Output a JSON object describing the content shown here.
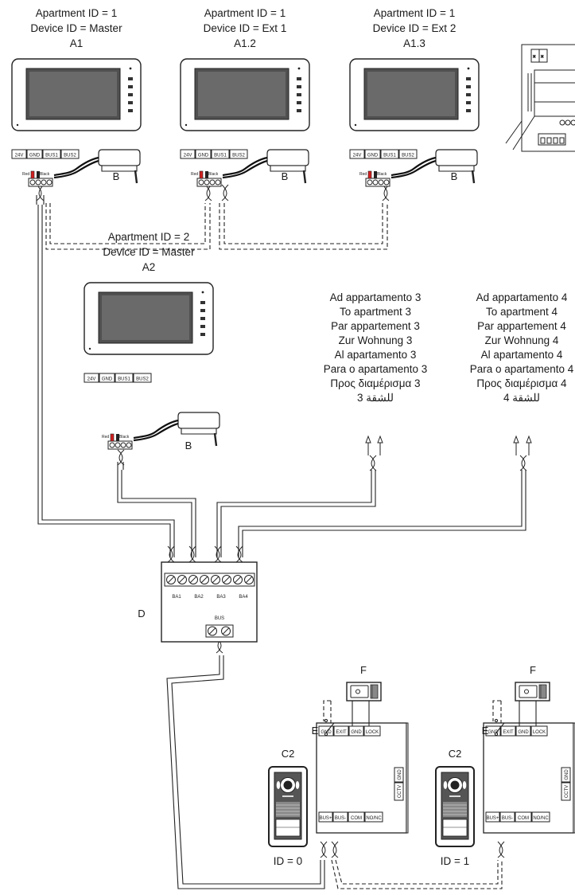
{
  "monitors": [
    {
      "ref": "A1",
      "apartment": "Apartment ID = 1",
      "device": "Device ID = Master"
    },
    {
      "ref": "A1.2",
      "apartment": "Apartment ID = 1",
      "device": "Device ID = Ext 1"
    },
    {
      "ref": "A1.3",
      "apartment": "Apartment ID = 1",
      "device": "Device ID = Ext 2"
    },
    {
      "ref": "A2",
      "apartment": "Apartment ID = 2",
      "device": "Device ID = Master"
    }
  ],
  "monitor_terminals": [
    "24V",
    "GND",
    "BUS1",
    "BUS2"
  ],
  "wire_labels": {
    "red": "Red",
    "black": "Black"
  },
  "power_supply_ref": "B",
  "distributor": {
    "ref": "D",
    "ports": [
      "BA1",
      "BA2",
      "BA3",
      "BA4"
    ],
    "bus": "BUS"
  },
  "apartment3": [
    "Ad appartamento 3",
    "To apartment 3",
    "Par appartement 3",
    "Zur Wohnung 3",
    "Al apartamento 3",
    "Para o apartamento 3",
    "Προς διαμέρισμα 3",
    "للشقة 3"
  ],
  "apartment4": [
    "Ad appartamento 4",
    "To apartment 4",
    "Par appartement 4",
    "Zur Wohnung 4",
    "Al apartamento 4",
    "Para o apartamento 4",
    "Προς διαμέρισμα 4",
    "للشقة 4"
  ],
  "outdoor": [
    {
      "ref": "C2",
      "id_label": "ID = 0"
    },
    {
      "ref": "C2",
      "id_label": "ID = 1"
    }
  ],
  "lock_ref": "F",
  "exit_button_ref": "E",
  "station_terminals_top": [
    "GND",
    "EXIT",
    "GND",
    "LOCK"
  ],
  "station_terminals_bottom": [
    "BUS+",
    "BUS-",
    "COM",
    "NO/NC"
  ],
  "station_side_terminals": [
    "GND",
    "CCTV"
  ]
}
